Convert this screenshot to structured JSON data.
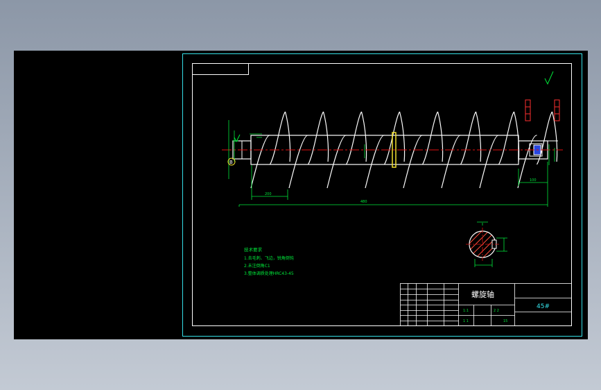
{
  "title_block": {
    "part_name": "螺旋轴",
    "material": "45#",
    "scale": "1:1",
    "row_text": "1   1",
    "sheet_text": "2   2",
    "count": "15"
  },
  "tech_notes": {
    "heading": "技术要求",
    "lines": [
      "1.去毛刺、飞边，锐角倒钝",
      "2.未注倒角C1",
      "3.整体调质处理HRC43-45"
    ]
  },
  "dimensions": {
    "overall_length": "480",
    "left_segment": "200",
    "right_segment": "100"
  },
  "datum_label": "B",
  "colors": {
    "sheet_border": "#35e0e8",
    "geometry": "#ffffff",
    "dimension": "#00e83a",
    "center_line": "#e01010",
    "highlight": "#f2e030"
  }
}
